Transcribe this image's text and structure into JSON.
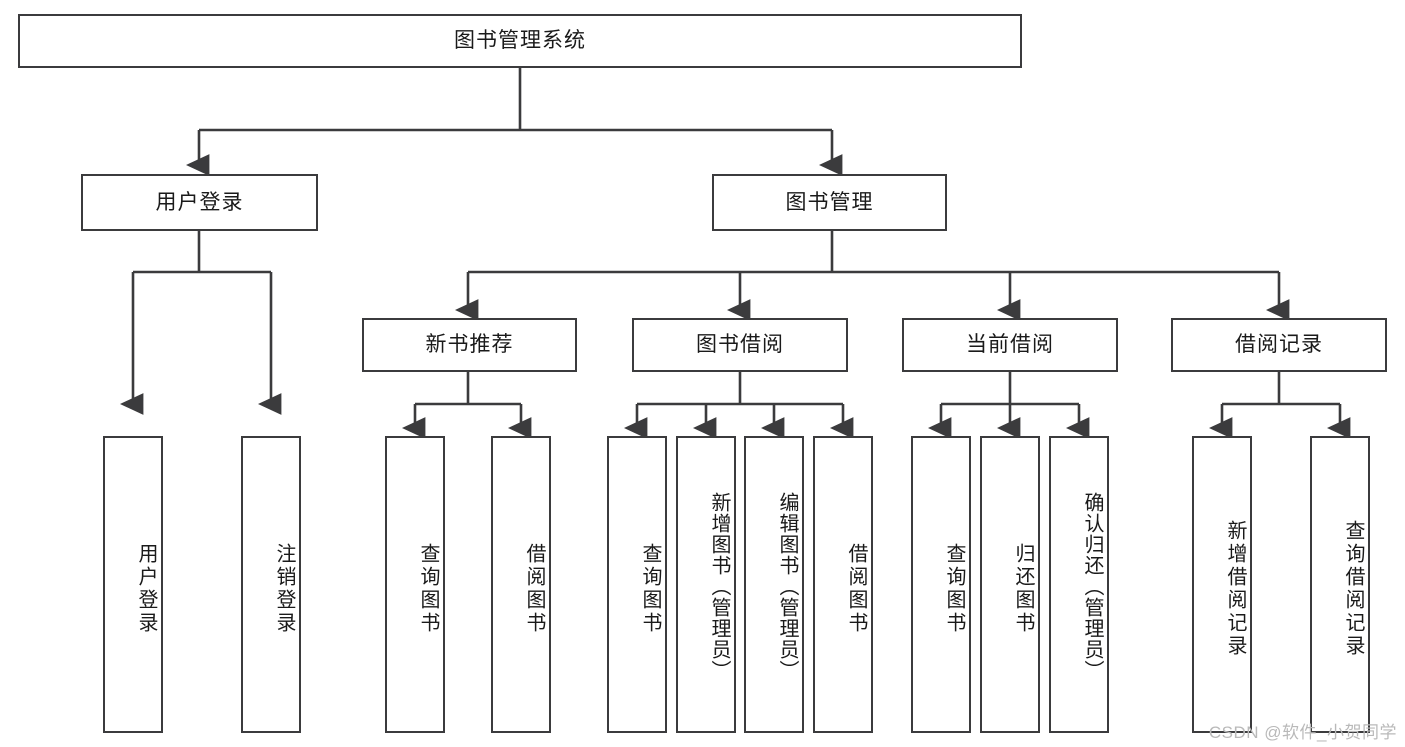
{
  "diagram": {
    "title": "图书管理系统",
    "watermark": "CSDN @软件_小贺同学",
    "colors": {
      "background": "#ffffff",
      "border": "#3b3b3d",
      "connector": "#3b3b3d",
      "text": "#1a1a1a",
      "watermark": "#b9b9b9"
    },
    "levels": {
      "root": "图书管理系统",
      "level2": [
        "用户登录",
        "图书管理"
      ],
      "level3": [
        "新书推荐",
        "图书借阅",
        "当前借阅",
        "借阅记录"
      ]
    },
    "nodes": {
      "root": {
        "label": "图书管理系统"
      },
      "user_login": {
        "label": "用户登录"
      },
      "book_manage": {
        "label": "图书管理"
      },
      "new_book_rec": {
        "label": "新书推荐"
      },
      "book_borrow": {
        "label": "图书借阅"
      },
      "current_borrow": {
        "label": "当前借阅"
      },
      "borrow_record": {
        "label": "借阅记录"
      },
      "leaf_user_login": {
        "label": "用户登录"
      },
      "leaf_logout": {
        "label": "注销登录"
      },
      "leaf_query_book_a": {
        "label": "查询图书"
      },
      "leaf_borrow_book_a": {
        "label": "借阅图书"
      },
      "leaf_query_book_b": {
        "label": "查询图书"
      },
      "leaf_add_book": {
        "label": "新增图书（管理员）"
      },
      "leaf_edit_book": {
        "label": "编辑图书（管理员）"
      },
      "leaf_borrow_book_b": {
        "label": "借阅图书"
      },
      "leaf_query_book_c": {
        "label": "查询图书"
      },
      "leaf_return_book": {
        "label": "归还图书"
      },
      "leaf_confirm_return": {
        "label": "确认归还（管理员）"
      },
      "leaf_add_record": {
        "label": "新增借阅记录"
      },
      "leaf_query_record": {
        "label": "查询借阅记录"
      }
    },
    "tree": {
      "图书管理系统": {
        "用户登录": [
          "用户登录",
          "注销登录"
        ],
        "图书管理": {
          "新书推荐": [
            "查询图书",
            "借阅图书"
          ],
          "图书借阅": [
            "查询图书",
            "新增图书（管理员）",
            "编辑图书（管理员）",
            "借阅图书"
          ],
          "当前借阅": [
            "查询图书",
            "归还图书",
            "确认归还（管理员）"
          ],
          "借阅记录": [
            "新增借阅记录",
            "查询借阅记录"
          ]
        }
      }
    }
  }
}
